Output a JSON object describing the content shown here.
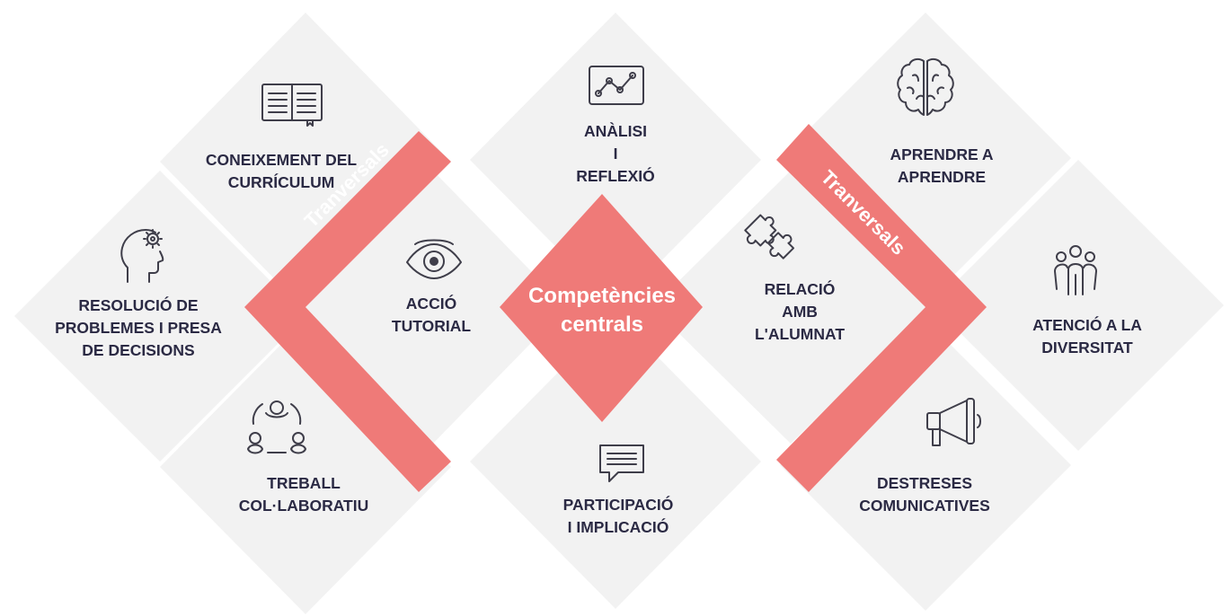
{
  "center": {
    "line1": "Competències",
    "line2": "centrals"
  },
  "transversal_left": "Tranversals",
  "transversal_right": "Tranversals",
  "competencies": {
    "coneixement": {
      "line1": "CONEIXEMENT DEL",
      "line2": "CURRÍCULUM",
      "icon": "open-book-icon"
    },
    "resolucio": {
      "line1": "RESOLUCIÓ DE",
      "line2": "PROBLEMES I PRESA",
      "line3": "DE DECISIONS",
      "icon": "head-gear-icon"
    },
    "treball": {
      "line1": "TREBALL",
      "line2": "COL·LABORATIU",
      "icon": "team-circle-icon"
    },
    "accio": {
      "line1": "ACCIÓ",
      "line2": "TUTORIAL",
      "icon": "eye-icon"
    },
    "analisi": {
      "line1": "ANÀLISI",
      "line2": "I",
      "line3": "REFLEXIÓ",
      "icon": "line-chart-icon"
    },
    "participacio": {
      "line1": "PARTICIPACIÓ",
      "line2": "I IMPLICACIÓ",
      "icon": "chat-bubble-icon"
    },
    "relacio": {
      "line1": "RELACIÓ",
      "line2": "AMB",
      "line3": "L'ALUMNAT",
      "icon": "puzzle-icon"
    },
    "aprendre": {
      "line1": "APRENDRE A",
      "line2": "APRENDRE",
      "icon": "brain-icon"
    },
    "atencio": {
      "line1": "ATENCIÓ A LA",
      "line2": "DIVERSITAT",
      "icon": "group-people-icon"
    },
    "destreses": {
      "line1": "DESTRESES",
      "line2": "COMUNICATIVES",
      "icon": "megaphone-icon"
    }
  },
  "colors": {
    "tile": "#f2f2f2",
    "accent": "#ef7a78",
    "text": "#2b2a44"
  }
}
